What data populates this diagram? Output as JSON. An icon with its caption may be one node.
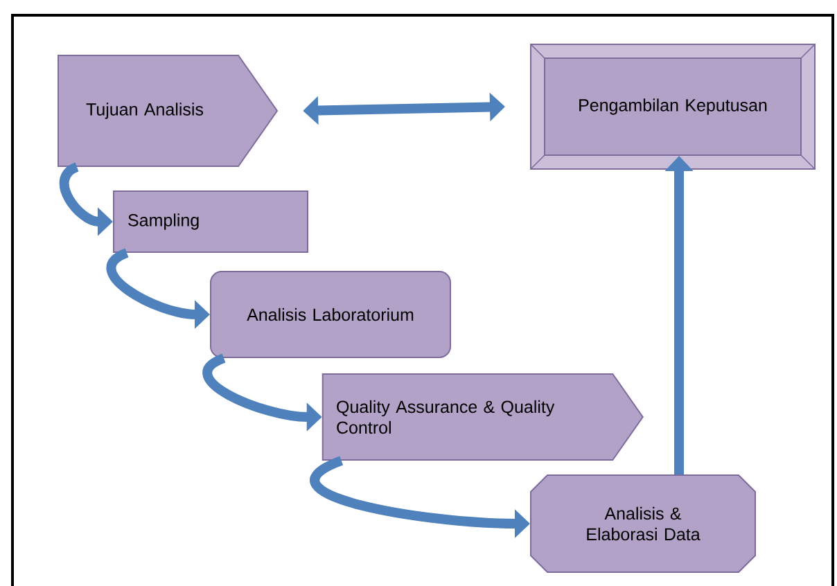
{
  "diagram": {
    "nodes": [
      {
        "text": [
          "Tujuan Analisis"
        ]
      },
      {
        "text": [
          "Pengambilan Keputusan"
        ]
      },
      {
        "text": [
          "Sampling"
        ]
      },
      {
        "text": [
          "Analisis Laboratorium"
        ]
      },
      {
        "text": [
          "Quality Assurance & Quality Control"
        ]
      },
      {
        "text": [
          "Analisis & Elaborasi Data"
        ]
      }
    ],
    "edges": [
      {
        "from": 0,
        "to": 1,
        "arrow": "both"
      },
      {
        "from": 0,
        "to": 2,
        "arrow": "to"
      },
      {
        "from": 2,
        "to": 3,
        "arrow": "to"
      },
      {
        "from": 3,
        "to": 4,
        "arrow": "to"
      },
      {
        "from": 4,
        "to": 5,
        "arrow": "to"
      },
      {
        "from": 5,
        "to": 1,
        "arrow": "to"
      }
    ]
  }
}
